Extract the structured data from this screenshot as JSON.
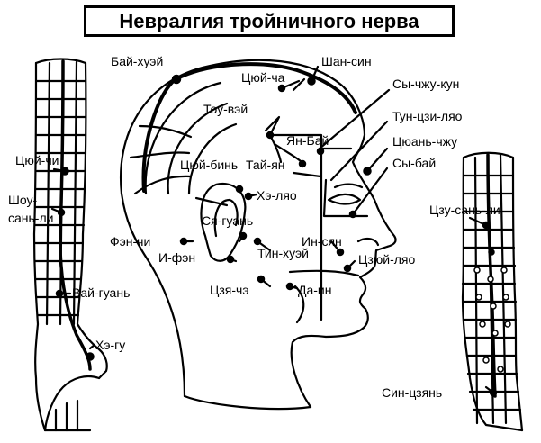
{
  "title": "Невралгия тройничного нерва",
  "labels": {
    "bai_huei": "Бай-хуэй",
    "shan_sin": "Шан-син",
    "tsyui_cha": "Цюй-ча",
    "sy_chzhu_kun": "Сы-чжу-кун",
    "tou_vei": "Тоу-вэй",
    "tun_tszi_lyao": "Тун-цзи-ляо",
    "yan_bai": "Ян-Бай",
    "tsyuan_chzhu": "Цюань-чжу",
    "tsyui_bin": "Цюй-бинь",
    "tai_yan": "Тай-ян",
    "sy_bai": "Сы-бай",
    "tsyui_chi": "Цюй-чи",
    "he_lyao": "Хэ-ляо",
    "shou_san_li_a": "Шоу-",
    "shou_san_li_b": "сань-ли",
    "tszu_san_li": "Цзу-сань-ли",
    "sya_guan": "Ся-гуань",
    "fen_chi": "Фэн-чи",
    "in_syan": "Ин-сян",
    "i_fen": "И-фэн",
    "tin_huei": "Тин-хуэй",
    "tszyui_lyao": "Цзюй-ляо",
    "vai_guan": "Вай-гуань",
    "tszya_che": "Цзя-чэ",
    "da_in": "Да-ин",
    "he_gu": "Хэ-гу",
    "sin_tszyan": "Син-цзянь"
  }
}
